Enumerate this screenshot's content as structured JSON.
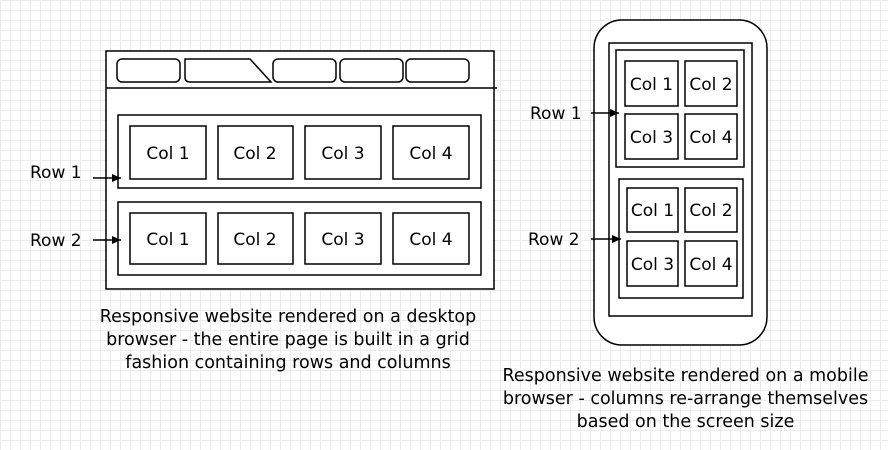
{
  "desktop": {
    "rows": [
      {
        "label": "Row 1",
        "cols": [
          "Col 1",
          "Col 2",
          "Col 3",
          "Col 4"
        ]
      },
      {
        "label": "Row 2",
        "cols": [
          "Col 1",
          "Col 2",
          "Col 3",
          "Col 4"
        ]
      }
    ],
    "caption": "Responsive website rendered on a desktop browser - the entire page is built in a grid fashion containing rows and columns"
  },
  "mobile": {
    "rows": [
      {
        "label": "Row 1",
        "cols": [
          "Col 1",
          "Col 2",
          "Col 3",
          "Col 4"
        ]
      },
      {
        "label": "Row 2",
        "cols": [
          "Col 1",
          "Col 2",
          "Col 3",
          "Col 4"
        ]
      }
    ],
    "caption": "Responsive website rendered on a mobile browser - columns re-arrange themselves based on the screen size"
  }
}
